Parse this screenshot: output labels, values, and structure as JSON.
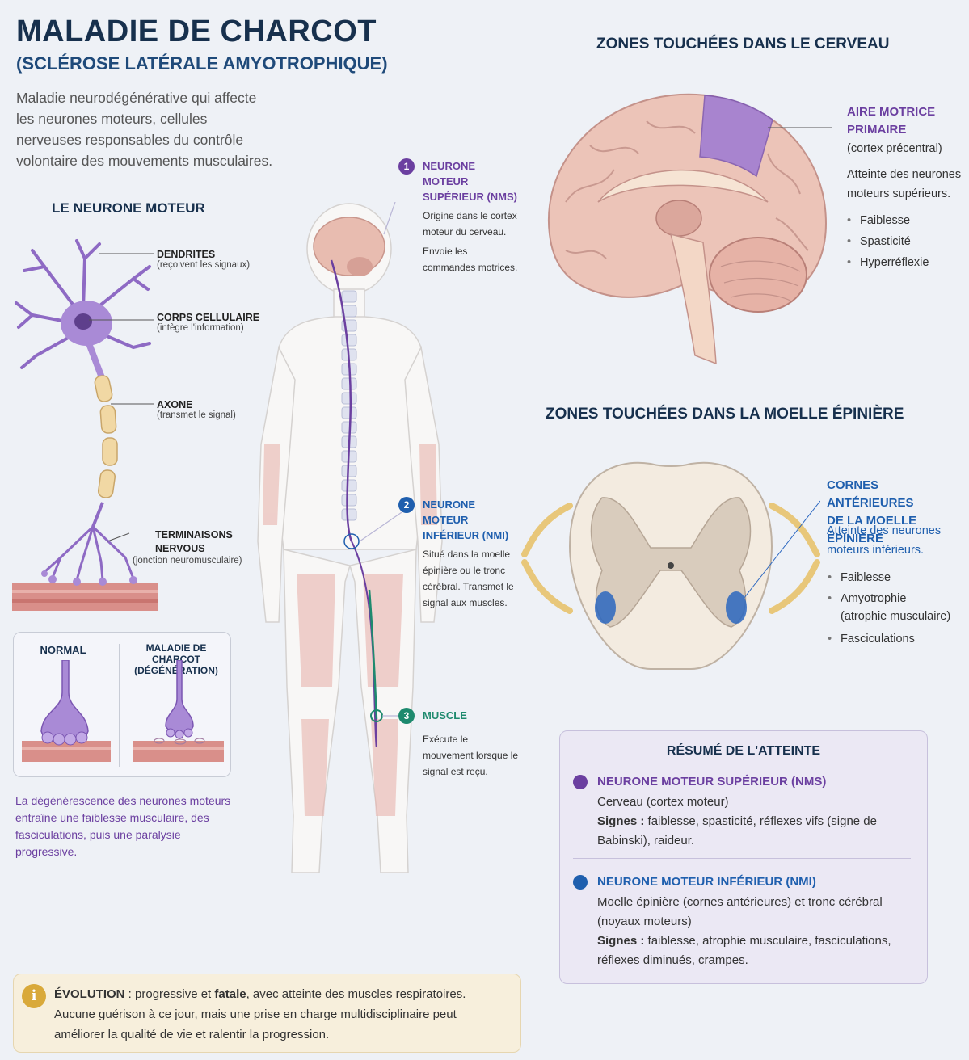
{
  "title": "MALADIE DE CHARCOT",
  "subtitle": "(SCLÉROSE LATÉRALE AMYOTROPHIQUE)",
  "intro": "Maladie neurodégénérative qui affecte les neurones moteurs, cellules nerveuses responsables du contrôle volontaire des mouvements musculaires.",
  "neuron": {
    "title": "LE NEURONE MOTEUR",
    "labels": [
      {
        "title": "DENDRITES",
        "sub": "(reçoivent les signaux)"
      },
      {
        "title": "CORPS CELLULAIRE",
        "sub": "(intègre l'information)"
      },
      {
        "title": "AXONE",
        "sub": "(transmet le signal)"
      },
      {
        "title": "TERMINAISONS NERVOUS",
        "sub": "(jonction neuromusculaire)"
      }
    ]
  },
  "comparison": {
    "normal": "NORMAL",
    "disease_line1": "MALADIE DE CHARCOT",
    "disease_line2": "(DÉGÉNÉRATION)",
    "caption": "La dégénérescence des neurones moteurs entraîne une faiblesse musculaire, des fasciculations, puis une paralysie progressive."
  },
  "body_steps": [
    {
      "num": "1",
      "title_line1": "NEURONE MOTEUR",
      "title_line2": "SUPÉRIEUR (NMS)",
      "desc1": "Origine dans le cortex moteur du cerveau.",
      "desc2": "Envoie les commandes motrices.",
      "color": "#6b3fa0"
    },
    {
      "num": "2",
      "title_line1": "NEURONE MOTEUR",
      "title_line2": "INFÉRIEUR (NMI)",
      "desc1": "Situé dans la moelle épinière ou le tronc cérébral. Transmet le signal aux muscles.",
      "desc2": "",
      "color": "#1f5fae"
    },
    {
      "num": "3",
      "title_line1": "MUSCLE",
      "title_line2": "",
      "desc1": "Exécute le mouvement lorsque le signal est reçu.",
      "desc2": "",
      "color": "#1e8a6e"
    }
  ],
  "brain": {
    "title": "ZONES TOUCHÉES DANS LE CERVEAU",
    "area_line1": "AIRE MOTRICE",
    "area_line2": "PRIMAIRE",
    "area_sub": "(cortex précentral)",
    "desc": "Atteinte des neurones moteurs supérieurs.",
    "symptoms": [
      "Faiblesse",
      "Spasticité",
      "Hyperréflexie"
    ]
  },
  "spine": {
    "title": "ZONES TOUCHÉES DANS LA MOELLE ÉPINIÈRE",
    "area_line1": "CORNES ANTÉRIEURES",
    "area_line2": "DE LA MOELLE ÉPINIÈRE",
    "desc": "Atteinte des neurones moteurs inférieurs.",
    "symptoms": [
      "Faiblesse",
      "Amyotrophie (atrophie musculaire)",
      "Fasciculations"
    ]
  },
  "summary": {
    "title": "RÉSUMÉ DE L'ATTEINTE",
    "nms": {
      "title": "NEURONE MOTEUR SUPÉRIEUR (NMS)",
      "location": "Cerveau (cortex moteur)",
      "signs_label": "Signes :",
      "signs": "faiblesse, spasticité, réflexes vifs (signe de Babinski), raideur."
    },
    "nmi": {
      "title": "NEURONE MOTEUR INFÉRIEUR (NMI)",
      "location": "Moelle épinière (cornes antérieures) et tronc cérébral (noyaux moteurs)",
      "signs_label": "Signes :",
      "signs": "faiblesse, atrophie musculaire, fasciculations, réflexes diminués, crampes."
    }
  },
  "evolution": {
    "label": "ÉVOLUTION",
    "text_a": " : progressive et ",
    "text_bold": "fatale",
    "text_b": ", avec atteinte des muscles respiratoires.",
    "line2": "Aucune guérison à ce jour, mais une prise en charge multidisciplinaire peut améliorer la qualité de vie et ralentir la progression."
  },
  "icons": {
    "info": "info-icon"
  },
  "colors": {
    "nms": "#6b3fa0",
    "nmi": "#1f5fae",
    "muscle": "#1e8a6e",
    "title": "#17304d"
  }
}
